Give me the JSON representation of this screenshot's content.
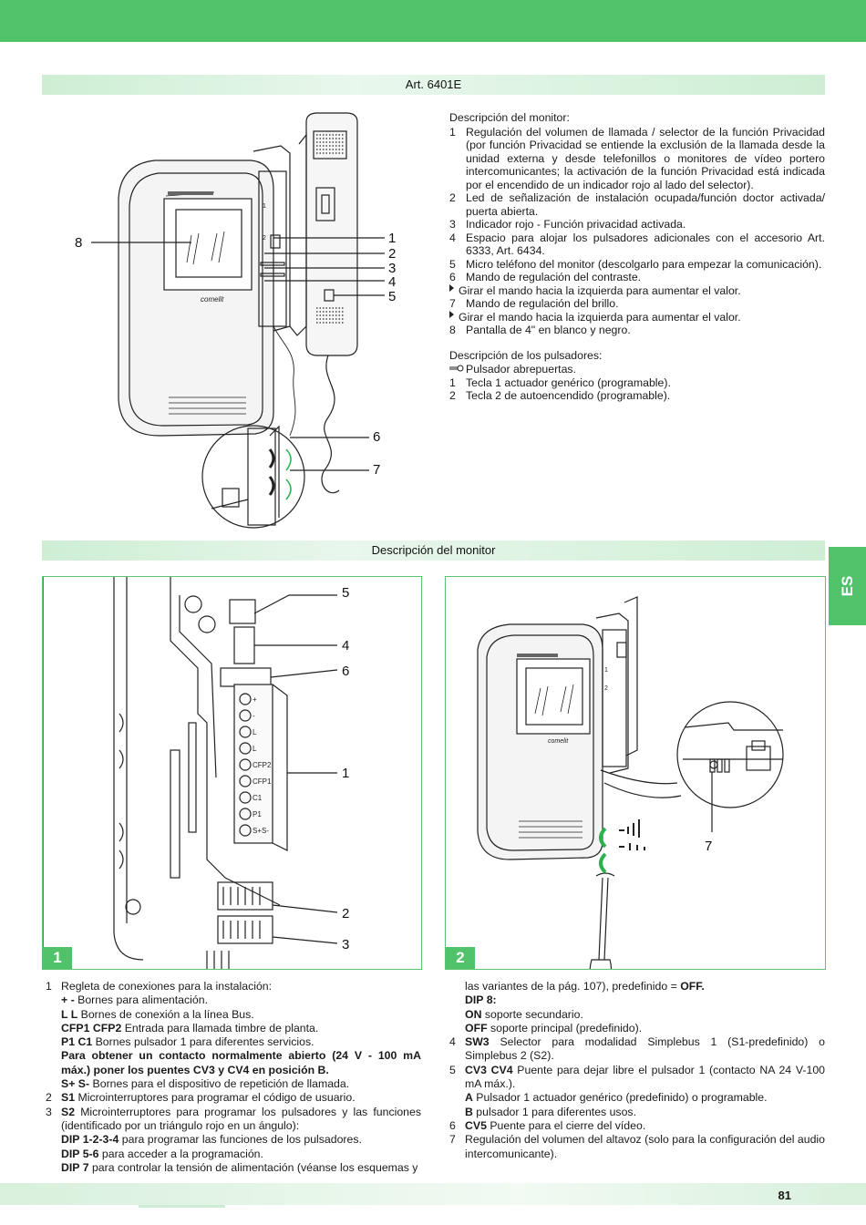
{
  "header": {
    "section_title": "Art. 6401E"
  },
  "section2": {
    "title": "Descripción del monitor"
  },
  "side_tab": "ES",
  "monitor_description": {
    "title": "Descripción del monitor:",
    "items": [
      {
        "num": "1",
        "text": "Regulación del volumen de llamada / selector de la función Privacidad (por función Privacidad se entiende la exclusión de la llamada desde la unidad externa y desde telefonillos o monitores de vídeo portero intercomunicantes; la activación de la función Privacidad está indicada por el encendido de un indicador rojo al lado del selector)."
      },
      {
        "num": "2",
        "text": "Led de señalización de instalación ocupada/función doctor activada/ puerta abierta."
      },
      {
        "num": "3",
        "text": "Indicador rojo - Función privacidad activada."
      },
      {
        "num": "4",
        "text": "Espacio para alojar los pulsadores adicionales con el accesorio Art. 6333, Art. 6434."
      },
      {
        "num": "5",
        "text": "Micro teléfono del monitor (descolgarlo para empezar la comunicación)."
      },
      {
        "num": "6",
        "text": "Mando de regulación del contraste."
      },
      {
        "num": "",
        "text": "Girar el mando hacia la izquierda para aumentar el valor."
      },
      {
        "num": "7",
        "text": "Mando de regulación del brillo."
      },
      {
        "num": "",
        "text": "Girar el mando hacia la izquierda para aumentar el valor."
      },
      {
        "num": "8",
        "text": "Pantalla de 4\" en blanco y negro."
      }
    ]
  },
  "buttons_description": {
    "title": "Descripción de los pulsadores:",
    "items": [
      {
        "num": "",
        "text": "Pulsador abrepuertas."
      },
      {
        "num": "1",
        "text": "Tecla 1 actuador genérico (programable)."
      },
      {
        "num": "2",
        "text": "Tecla 2 de autoencendido (programable)."
      }
    ]
  },
  "figure1_callouts": {
    "c8": "8",
    "c1": "1",
    "c2": "2",
    "c3": "3",
    "c4": "4",
    "c5": "5",
    "c6": "6",
    "c7": "7"
  },
  "panel1": {
    "number": "1",
    "callouts": {
      "c5": "5",
      "c4": "4",
      "c6": "6",
      "c1": "1",
      "c2": "2",
      "c3": "3"
    },
    "terminal_labels": [
      "+",
      "-",
      "L",
      "L",
      "CFP2",
      "CFP1",
      "C1",
      "P1",
      "S+",
      "S-"
    ]
  },
  "panel2": {
    "number": "2",
    "callouts": {
      "c7": "7"
    }
  },
  "bottom_left": [
    {
      "num": "1",
      "html": "Regleta de conexiones para la instalación:"
    },
    {
      "num": "",
      "bold": "+ -",
      "text": " Bornes para alimentación."
    },
    {
      "num": "",
      "bold": "L L",
      "text": " Bornes de conexión a la línea Bus."
    },
    {
      "num": "",
      "bold": "CFP1 CFP2",
      "text": " Entrada para llamada timbre de planta."
    },
    {
      "num": "",
      "bold": "P1 C1",
      "text": " Bornes pulsador 1 para diferentes servicios."
    },
    {
      "num": "",
      "bold": "Para obtener un contacto normalmente abierto (24 V - 100 mA máx.) poner los puentes CV3 y CV4 en posición B.",
      "text": ""
    },
    {
      "num": "",
      "bold": "S+ S-",
      "text": " Bornes para el dispositivo de repetición de llamada."
    },
    {
      "num": "2",
      "bold": "S1",
      "text": " Microinterruptores para programar el código de usuario."
    },
    {
      "num": "3",
      "bold": "S2",
      "text": " Microinterruptores para programar los pulsadores y las funciones (identificado por un triángulo rojo en un ángulo):"
    },
    {
      "num": "",
      "bold": "DIP 1-2-3-4",
      "text": " para programar las funciones de los pulsadores."
    },
    {
      "num": "",
      "bold": "DIP 5-6",
      "text": " para acceder a la programación."
    },
    {
      "num": "",
      "bold": "DIP 7",
      "text": " para controlar la tensión de alimentación (véanse los esquemas y"
    }
  ],
  "bottom_right": [
    {
      "num": "",
      "bold": "",
      "text": "las variantes de la pág. 107), predefinido = ",
      "bold2": "OFF."
    },
    {
      "num": "",
      "bold": "DIP 8:",
      "text": ""
    },
    {
      "num": "",
      "bold": "ON",
      "text": " soporte secundario."
    },
    {
      "num": "",
      "bold": "OFF",
      "text": " soporte principal (predefinido)."
    },
    {
      "num": "4",
      "bold": "SW3",
      "text": " Selector para modalidad Simplebus 1 (S1-predefinido) o Simplebus 2 (S2)."
    },
    {
      "num": "5",
      "bold": "CV3 CV4",
      "text": " Puente para dejar libre el pulsador 1 (contacto NA 24 V-100 mA máx.)."
    },
    {
      "num": "",
      "bold": "A",
      "text": " Pulsador 1 actuador genérico (predefinido) o programable."
    },
    {
      "num": "",
      "bold": "B",
      "text": " pulsador 1 para diferentes usos."
    },
    {
      "num": "6",
      "bold": "CV5",
      "text": " Puente para el cierre del vídeo."
    },
    {
      "num": "7",
      "bold": "",
      "text": "Regulación del volumen del altavoz (solo para la configuración del audio intercomunicante)."
    }
  ],
  "footer": {
    "page_number": "81"
  }
}
